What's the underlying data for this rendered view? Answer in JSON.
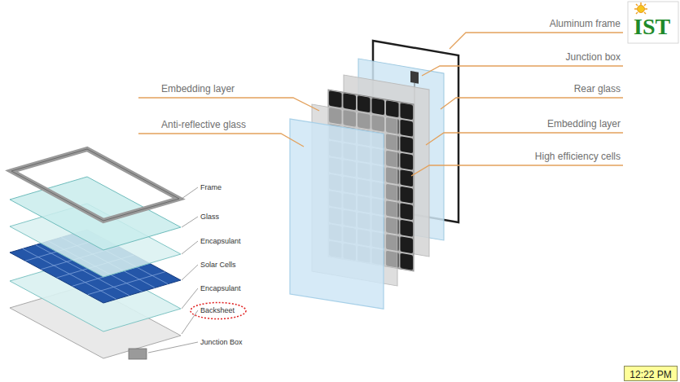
{
  "diagram": {
    "nodes": [
      {
        "text": [
          "12:22 PM"
        ]
      }
    ],
    "labels": [
      "Aluminum frame",
      "IST",
      "Junction box",
      "Embedding layer",
      "Rear glass",
      "Anti-reflective glass",
      "Embedding layer",
      "High efficiency cells",
      "Frame",
      "Glass",
      "Encapsulant",
      "Solar Cells",
      "Encapsulant",
      "Backsheet",
      "Junction Box"
    ]
  }
}
